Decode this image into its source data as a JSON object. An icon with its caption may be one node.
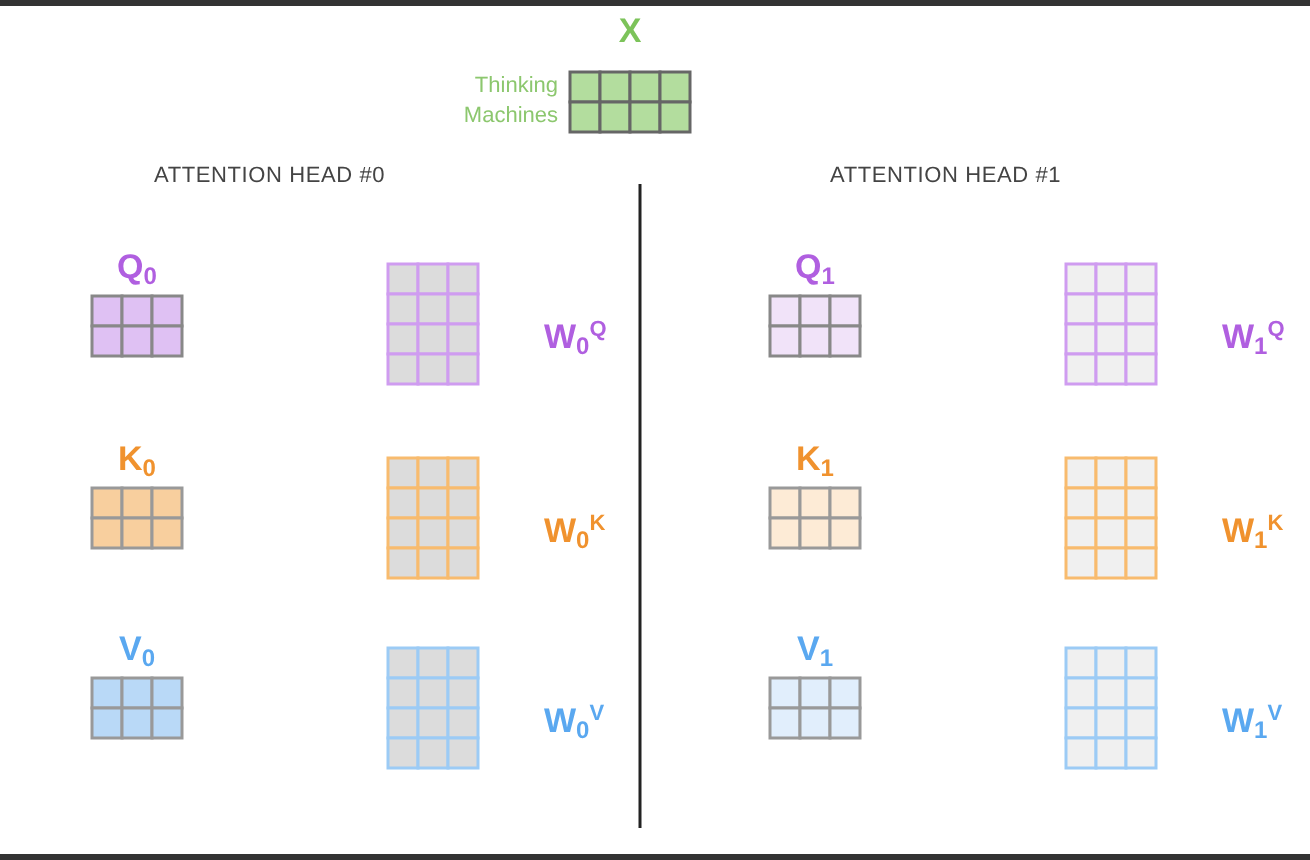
{
  "diagram": {
    "nodes": [
      {
        "text": [
          "X"
        ],
        "beside": [
          "Thinking",
          "Machines"
        ]
      },
      {
        "text": [
          "Q$_{0}$"
        ]
      },
      {
        "text": [
          "W$_{0}$$^{Q}$"
        ]
      },
      {
        "text": [
          "K$_{0}$"
        ]
      },
      {
        "text": [
          "W$_{0}$$^{K}$"
        ]
      },
      {
        "text": [
          "V$_{0}$"
        ]
      },
      {
        "text": [
          "W$_{0}$$^{V}$"
        ]
      },
      {
        "text": [
          "Q$_{1}$"
        ]
      },
      {
        "text": [
          "W$_{1}$$^{Q}$"
        ]
      },
      {
        "text": [
          "K$_{1}$"
        ]
      },
      {
        "text": [
          "W$_{1}$$^{K}$"
        ]
      },
      {
        "text": [
          "V$_{1}$"
        ]
      },
      {
        "text": [
          "W$_{1}$$^{V}$"
        ]
      }
    ],
    "edges": [],
    "labels": [
      "ATTENTION HEAD #0",
      "ATTENTION HEAD #1"
    ]
  }
}
